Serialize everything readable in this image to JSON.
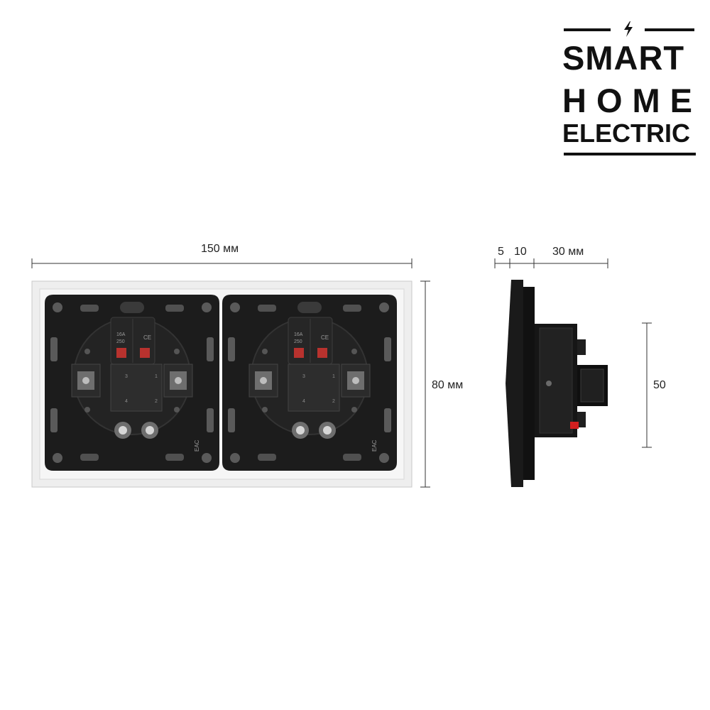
{
  "brand": {
    "line1": "SMART",
    "line2": "HOME",
    "line3": "ELECTRIC",
    "bolt_icon": "lightning-bolt-icon",
    "color": "#111111"
  },
  "dimensions": {
    "front_width": "150 мм",
    "front_height": "80 мм",
    "side_plate": "5",
    "side_frame": "10",
    "side_depth": "30 мм",
    "side_mech_height": "50"
  },
  "colors": {
    "mechanism": "#1c1c1c",
    "frame": "#eeeeee",
    "accent_red": "#d21f1f"
  },
  "markings": {
    "rating": "16A",
    "voltage": "250",
    "ce": "CE",
    "eac": "EAC",
    "terminal_1": "1",
    "terminal_2": "2",
    "terminal_3": "3",
    "terminal_4": "4"
  }
}
